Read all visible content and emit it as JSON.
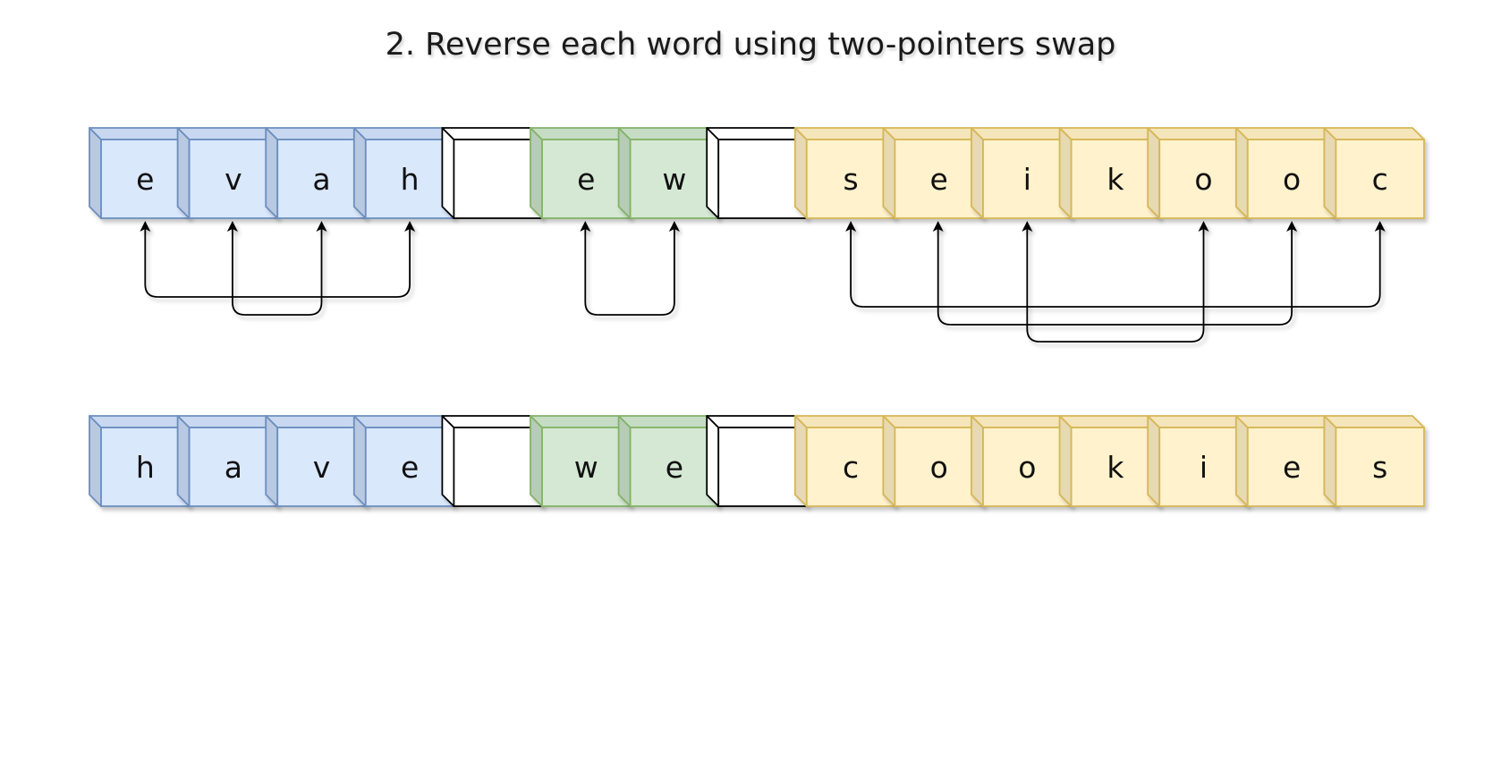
{
  "title": "2. Reverse each word using two-pointers swap",
  "colors": {
    "word1": {
      "fill": "#dae8fc",
      "side": "#b9c9e2",
      "top": "#c8d8f0",
      "stroke": "#6c8ebf"
    },
    "word2": {
      "fill": "#d5e8d4",
      "side": "#b7ccb6",
      "top": "#c6dcc5",
      "stroke": "#82b366"
    },
    "word3": {
      "fill": "#fff2cc",
      "side": "#e7d9b1",
      "top": "#f4e5ba",
      "stroke": "#d6b656"
    },
    "space": {
      "fill": "#ffffff",
      "side": "#ffffff",
      "top": "#ffffff",
      "stroke": "#000000"
    }
  },
  "rows": [
    {
      "name": "before",
      "cells": [
        {
          "char": "e",
          "group": "word1"
        },
        {
          "char": "v",
          "group": "word1"
        },
        {
          "char": "a",
          "group": "word1"
        },
        {
          "char": "h",
          "group": "word1"
        },
        {
          "char": "",
          "group": "space"
        },
        {
          "char": "e",
          "group": "word2"
        },
        {
          "char": "w",
          "group": "word2"
        },
        {
          "char": "",
          "group": "space"
        },
        {
          "char": "s",
          "group": "word3"
        },
        {
          "char": "e",
          "group": "word3"
        },
        {
          "char": "i",
          "group": "word3"
        },
        {
          "char": "k",
          "group": "word3"
        },
        {
          "char": "o",
          "group": "word3"
        },
        {
          "char": "o",
          "group": "word3"
        },
        {
          "char": "c",
          "group": "word3"
        }
      ]
    },
    {
      "name": "after",
      "cells": [
        {
          "char": "h",
          "group": "word1"
        },
        {
          "char": "a",
          "group": "word1"
        },
        {
          "char": "v",
          "group": "word1"
        },
        {
          "char": "e",
          "group": "word1"
        },
        {
          "char": "",
          "group": "space"
        },
        {
          "char": "w",
          "group": "word2"
        },
        {
          "char": "e",
          "group": "word2"
        },
        {
          "char": "",
          "group": "space"
        },
        {
          "char": "c",
          "group": "word3"
        },
        {
          "char": "o",
          "group": "word3"
        },
        {
          "char": "o",
          "group": "word3"
        },
        {
          "char": "k",
          "group": "word3"
        },
        {
          "char": "i",
          "group": "word3"
        },
        {
          "char": "e",
          "group": "word3"
        },
        {
          "char": "s",
          "group": "word3"
        }
      ]
    }
  ],
  "swaps": [
    {
      "from": 0,
      "to": 3
    },
    {
      "from": 1,
      "to": 2
    },
    {
      "from": 5,
      "to": 6
    },
    {
      "from": 8,
      "to": 14
    },
    {
      "from": 9,
      "to": 13
    },
    {
      "from": 10,
      "to": 12
    }
  ]
}
